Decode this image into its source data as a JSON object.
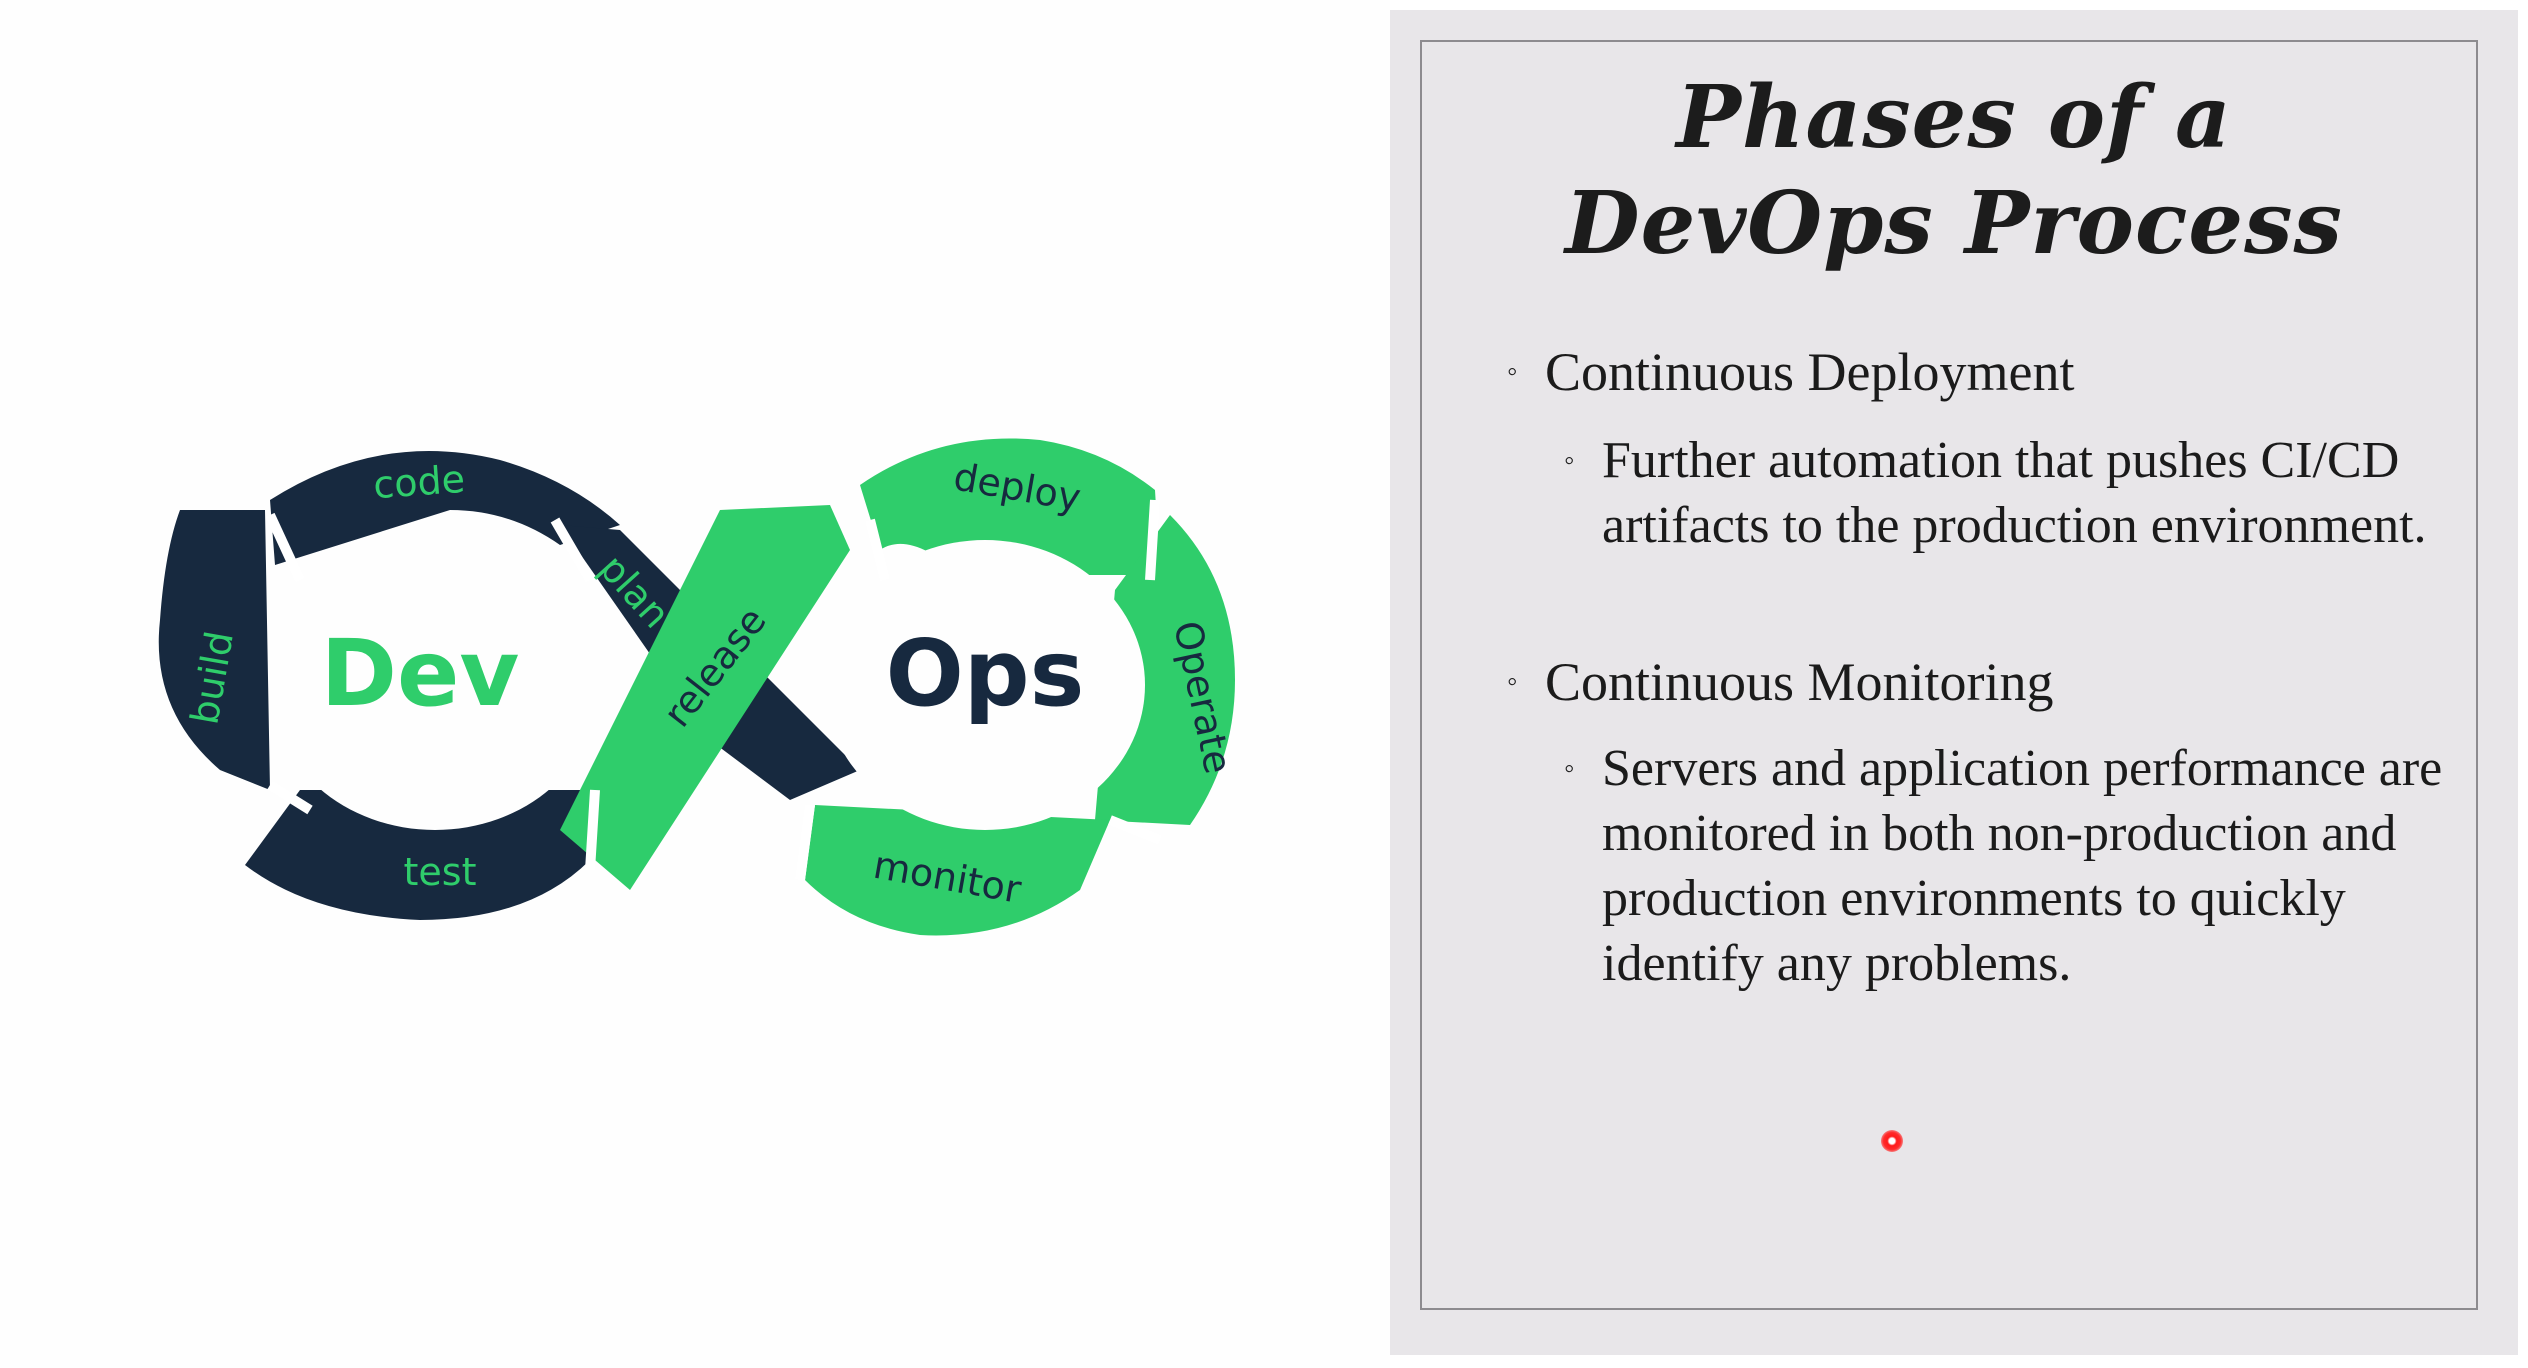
{
  "logo": {
    "dev_label": "Dev",
    "ops_label": "Ops",
    "phases": {
      "plan": "plan",
      "code": "code",
      "build": "build",
      "test": "test",
      "release": "release",
      "deploy": "deploy",
      "operate": "Operate",
      "monitor": "monitor"
    }
  },
  "colors": {
    "dev_navy": "#17293f",
    "ops_green": "#2fcd6b",
    "panel_bg": "#e8e6e9"
  },
  "slide": {
    "title_line1": "Phases of a",
    "title_line2": "DevOps Process",
    "bullets": [
      {
        "text": "Continuous Deployment",
        "sub": "Further automation that pushes CI/CD artifacts to the production environment."
      },
      {
        "text": "Continuous Monitoring",
        "sub": "Servers and application performance are monitored in both non-production and production environments to quickly identify any problems."
      }
    ],
    "marker": "◦"
  }
}
